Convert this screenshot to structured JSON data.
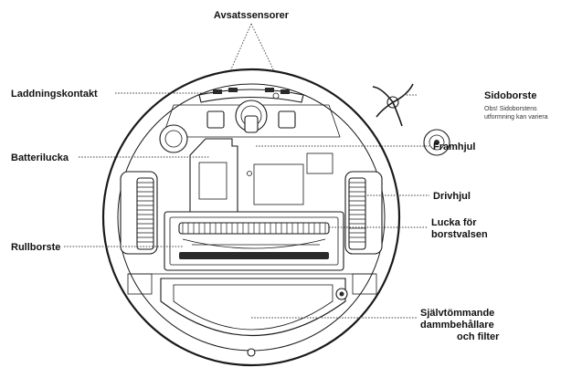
{
  "labels": {
    "cliff_sensors": "Avsatssensorer",
    "charging_contact": "Laddningskontakt",
    "side_brush": "Sidoborste",
    "side_brush_note_1": "Obs! Sidoborstens",
    "side_brush_note_2": "utformning kan variera",
    "front_wheel": "Framhjul",
    "battery_cover": "Batterilucka",
    "drive_wheel": "Drivhjul",
    "brush_cover_1": "Lucka för",
    "brush_cover_2": "borstvalsen",
    "roller_brush": "Rullborste",
    "dustbin_1": "Självtömmande",
    "dustbin_2": "dammbehållare",
    "dustbin_3": "och filter"
  }
}
